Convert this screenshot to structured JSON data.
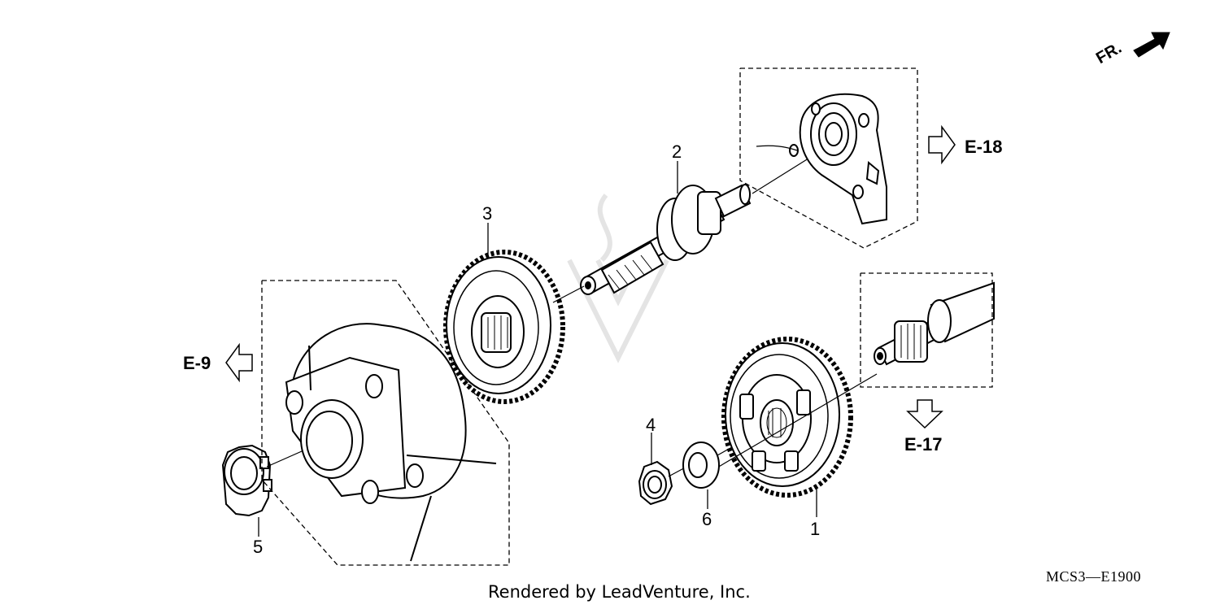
{
  "diagram": {
    "part_numbers": [
      "1",
      "2",
      "3",
      "4",
      "5",
      "6"
    ],
    "references": {
      "e18": "E-18",
      "e9": "E-9",
      "e17": "E-17"
    },
    "direction_label": "FR.",
    "drawing_code": "MCS3—E1900",
    "footer": "Rendered by LeadVenture, Inc."
  },
  "colors": {
    "line": "#000000",
    "background": "#ffffff",
    "watermark": "#e6e6e6"
  }
}
